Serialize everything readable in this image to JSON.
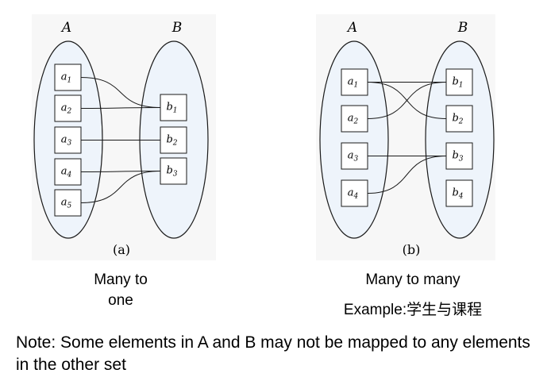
{
  "colors": {
    "ellipse_fill": "#eef4fb",
    "panel_bg": "#f7f7f7",
    "stroke": "#1a1a1a"
  },
  "panel_a": {
    "set_a_label": "A",
    "set_b_label": "B",
    "a_elements": [
      {
        "base": "a",
        "sub": "1"
      },
      {
        "base": "a",
        "sub": "2"
      },
      {
        "base": "a",
        "sub": "3"
      },
      {
        "base": "a",
        "sub": "4"
      },
      {
        "base": "a",
        "sub": "5"
      }
    ],
    "b_elements": [
      {
        "base": "b",
        "sub": "1"
      },
      {
        "base": "b",
        "sub": "2"
      },
      {
        "base": "b",
        "sub": "3"
      }
    ],
    "mappings": [
      [
        0,
        0
      ],
      [
        1,
        0
      ],
      [
        2,
        1
      ],
      [
        3,
        2
      ],
      [
        4,
        2
      ]
    ],
    "panel_label": "(a)",
    "caption_line1": "Many to",
    "caption_line2": "one"
  },
  "panel_b": {
    "set_a_label": "A",
    "set_b_label": "B",
    "a_elements": [
      {
        "base": "a",
        "sub": "1"
      },
      {
        "base": "a",
        "sub": "2"
      },
      {
        "base": "a",
        "sub": "3"
      },
      {
        "base": "a",
        "sub": "4"
      }
    ],
    "b_elements": [
      {
        "base": "b",
        "sub": "1"
      },
      {
        "base": "b",
        "sub": "2"
      },
      {
        "base": "b",
        "sub": "3"
      },
      {
        "base": "b",
        "sub": "4"
      }
    ],
    "mappings": [
      [
        0,
        0
      ],
      [
        0,
        1
      ],
      [
        1,
        0
      ],
      [
        2,
        2
      ],
      [
        3,
        2
      ]
    ],
    "panel_label": "(b)",
    "caption": "Many to many",
    "example": "Example:学生与课程"
  },
  "note": "Note: Some elements in A and B may not be mapped to any elements in the other set"
}
